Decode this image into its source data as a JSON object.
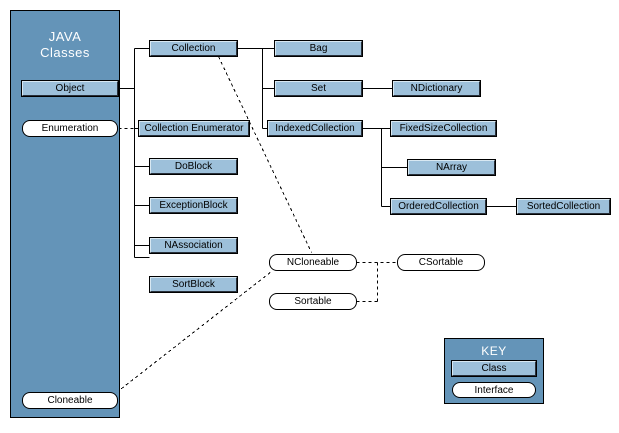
{
  "diagram": {
    "title": "JAVA Classes",
    "sidebar": {
      "title_line1": "JAVA",
      "title_line2": "Classes",
      "color": "#6494b8",
      "items": [
        {
          "label": "Object",
          "kind": "class"
        },
        {
          "label": "Enumeration",
          "kind": "interface"
        },
        {
          "label": "Cloneable",
          "kind": "interface"
        }
      ]
    },
    "classes": [
      {
        "id": "collection",
        "label": "Collection"
      },
      {
        "id": "collection-enumerator",
        "label": "Collection Enumerator"
      },
      {
        "id": "doblock",
        "label": "DoBlock"
      },
      {
        "id": "exceptionblock",
        "label": "ExceptionBlock"
      },
      {
        "id": "nassociation",
        "label": "NAssociation"
      },
      {
        "id": "sortblock",
        "label": "SortBlock"
      },
      {
        "id": "bag",
        "label": "Bag"
      },
      {
        "id": "set",
        "label": "Set"
      },
      {
        "id": "indexedcollection",
        "label": "IndexedCollection"
      },
      {
        "id": "ndictionary",
        "label": "NDictionary"
      },
      {
        "id": "fixedsizecollection",
        "label": "FixedSizeCollection"
      },
      {
        "id": "narray",
        "label": "NArray"
      },
      {
        "id": "orderedcollection",
        "label": "OrderedCollection"
      },
      {
        "id": "sortedcollection",
        "label": "SortedCollection"
      }
    ],
    "interfaces": [
      {
        "id": "ncloneable",
        "label": "NCloneable"
      },
      {
        "id": "sortable",
        "label": "Sortable"
      },
      {
        "id": "csortable",
        "label": "CSortable"
      }
    ],
    "key": {
      "title": "KEY",
      "class_label": "Class",
      "interface_label": "Interface",
      "panel_color": "#6494b8",
      "class_color": "#9dc0da",
      "interface_color": "#ffffff"
    },
    "colors": {
      "panel": "#6494b8",
      "class_fill": "#9dc0da",
      "interface_fill": "#ffffff",
      "line": "#000000",
      "background": "#ffffff",
      "title_text": "#ffffff"
    }
  }
}
